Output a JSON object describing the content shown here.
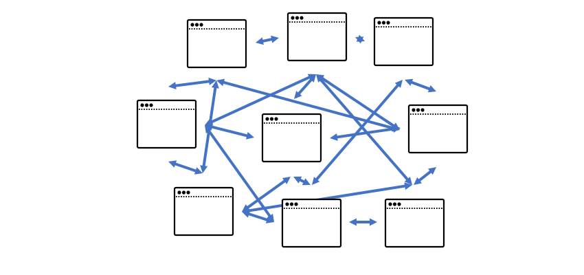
{
  "colors": {
    "background": "#ffffff",
    "window_border": "#000000",
    "window_fill": "#ffffff",
    "arrow": "#4472c4"
  },
  "windows": [
    {
      "id": "w1",
      "icon": "browser-window-icon"
    },
    {
      "id": "w2",
      "icon": "browser-window-icon"
    },
    {
      "id": "w3",
      "icon": "browser-window-icon"
    },
    {
      "id": "w4",
      "icon": "browser-window-icon"
    },
    {
      "id": "w5",
      "icon": "browser-window-icon"
    },
    {
      "id": "w6",
      "icon": "browser-window-icon"
    },
    {
      "id": "w7",
      "icon": "browser-window-icon"
    },
    {
      "id": "w8",
      "icon": "browser-window-icon"
    },
    {
      "id": "w9",
      "icon": "browser-window-icon"
    }
  ],
  "arrows": [
    {
      "id": "a01",
      "style": "double-headed"
    },
    {
      "id": "a02",
      "style": "double-headed"
    },
    {
      "id": "a03",
      "style": "double-headed"
    },
    {
      "id": "a04",
      "style": "double-headed"
    },
    {
      "id": "a05",
      "style": "double-headed"
    },
    {
      "id": "a06",
      "style": "double-headed"
    },
    {
      "id": "a07",
      "style": "double-headed"
    },
    {
      "id": "a08",
      "style": "double-headed"
    },
    {
      "id": "a09",
      "style": "double-headed"
    },
    {
      "id": "a10",
      "style": "double-headed"
    },
    {
      "id": "a11",
      "style": "double-headed"
    },
    {
      "id": "a12",
      "style": "double-headed"
    },
    {
      "id": "a13",
      "style": "double-headed"
    },
    {
      "id": "a14",
      "style": "double-headed"
    },
    {
      "id": "a15",
      "style": "double-headed"
    },
    {
      "id": "a16",
      "style": "double-headed"
    },
    {
      "id": "a17",
      "style": "double-headed"
    },
    {
      "id": "a18",
      "style": "double-headed"
    },
    {
      "id": "a19",
      "style": "double-headed"
    },
    {
      "id": "a20",
      "style": "double-headed"
    },
    {
      "id": "a21",
      "style": "double-headed"
    },
    {
      "id": "a22",
      "style": "double-headed"
    },
    {
      "id": "a23",
      "style": "double-headed"
    },
    {
      "id": "a24",
      "style": "double-headed"
    },
    {
      "id": "a25",
      "style": "double-headed"
    }
  ]
}
